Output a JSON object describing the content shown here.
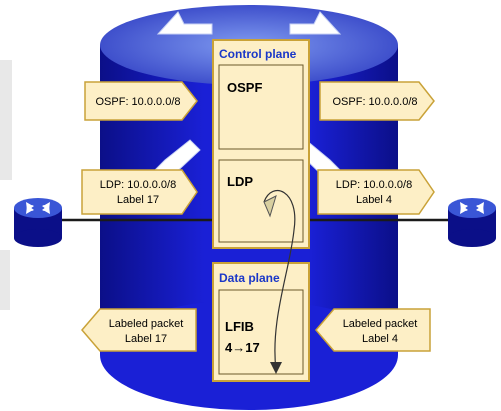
{
  "colors": {
    "router_body": "#1a20d6",
    "router_dark": "#0b0f88",
    "router_top": "#4a66de",
    "panel_fill": "#fdefc6",
    "panel_border": "#c9a238",
    "plane_title": "#1a37c8",
    "inner_box_border": "#6b5a2a",
    "arrow_fill": "#d2d2d2",
    "connector": "#1a1a1a"
  },
  "icons": [
    "router-icon",
    "cross-arrows-icon"
  ],
  "control_plane": {
    "title": "Control plane",
    "ospf_label": "OSPF",
    "ldp_label": "LDP"
  },
  "data_plane": {
    "title": "Data plane",
    "lfib_label": "LFIB",
    "lfib_mapping": "4→17"
  },
  "tags": {
    "ospf_left": "OSPF: 10.0.0.0/8",
    "ospf_right": "OSPF: 10.0.0.0/8",
    "ldp_left_line1": "LDP: 10.0.0.0/8",
    "ldp_left_line2": "Label 17",
    "ldp_right_line1": "LDP: 10.0.0.0/8",
    "ldp_right_line2": "Label 4",
    "packet_left_line1": "Labeled packet",
    "packet_left_line2": "Label 17",
    "packet_right_line1": "Labeled packet",
    "packet_right_line2": "Label 4"
  }
}
